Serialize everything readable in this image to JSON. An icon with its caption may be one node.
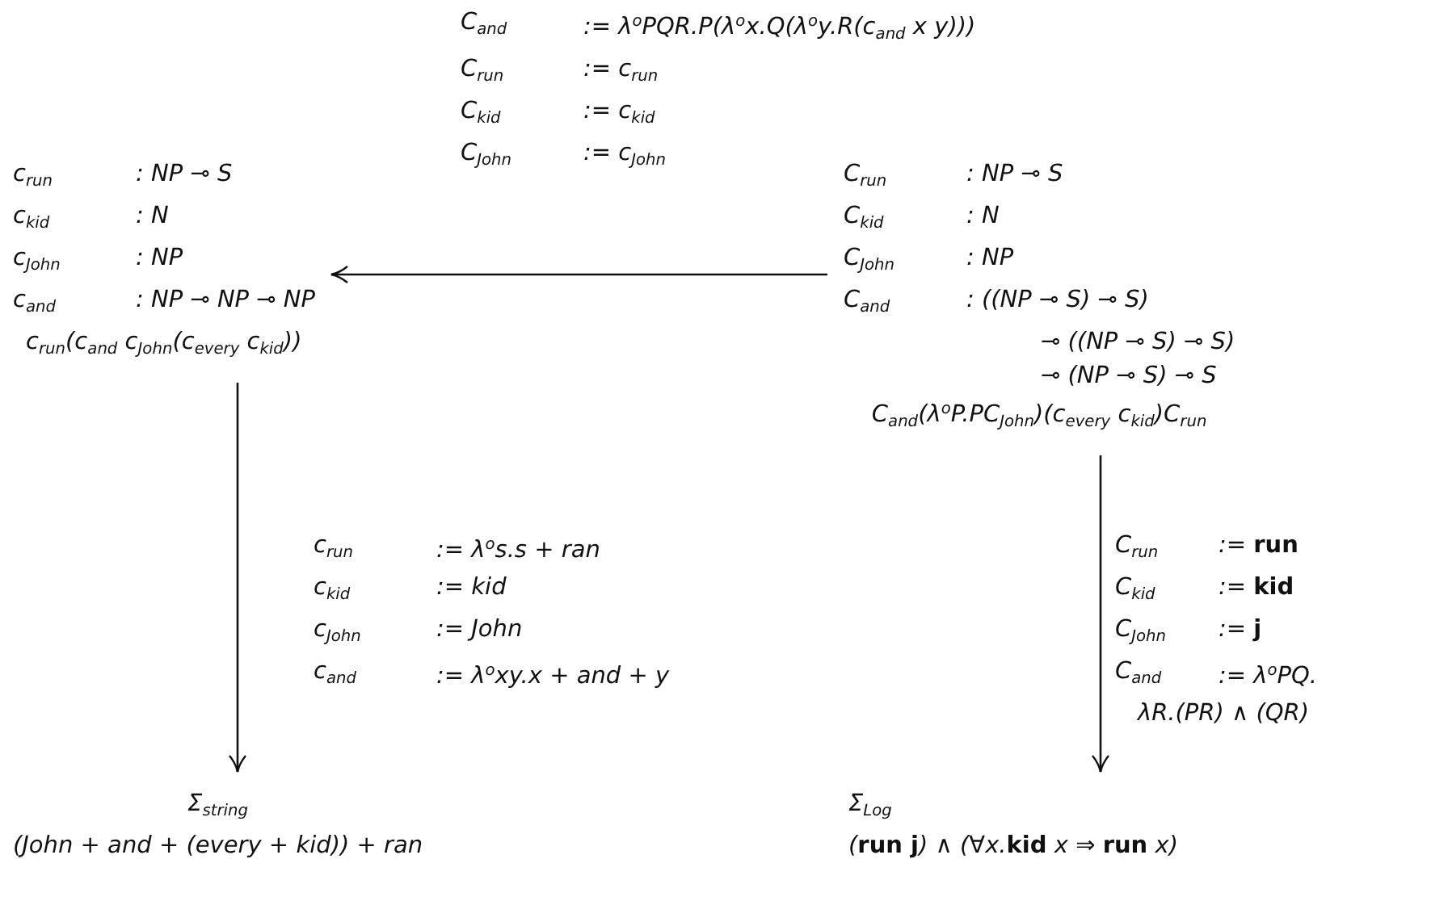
{
  "diagram": {
    "nodes": [
      {
        "text": [
          "c$_{run}$",
          ": NP ⊸ S",
          "c$_{kid}$",
          ": N",
          "c$_{John}$",
          ": NP",
          "c$_{and}$",
          ": NP ⊸ NP ⊸ NP",
          "c$_{run}$(c$_{and}$ c$_{John}$(c$_{every}$ c$_{kid}$))"
        ]
      },
      {
        "text": [
          "C$_{run}$",
          ": NP ⊸ S",
          "C$_{kid}$",
          ": N",
          "C$_{John}$",
          ": NP",
          "C$_{and}$",
          ": ((NP ⊸ S) ⊸ S)",
          "⊸ ((NP ⊸ S) ⊸ S)",
          "⊸ (NP ⊸ S) ⊸ S",
          "C$_{and}$(λ$^{o}$P.PC$_{John}$)(c$_{every}$ c$_{kid}$)C$_{run}$"
        ]
      },
      {
        "text": [
          "Σ$_{string}$",
          "(John + and + (every + kid)) + ran"
        ]
      },
      {
        "text": [
          "Σ$_{Log}$",
          "(**run j**) ∧ (∀x.**kid** x ⇒ **run** x)"
        ]
      }
    ],
    "edges": [
      {
        "from": 1,
        "to": 0,
        "arrow": "to"
      },
      {
        "from": 0,
        "to": 2,
        "arrow": "to"
      },
      {
        "from": 1,
        "to": 3,
        "arrow": "to"
      }
    ],
    "labels": [
      "C$_{and}$",
      ":= λ$^{o}$PQR.P(λ$^{o}$x.Q(λ$^{o}$y.R(c$_{and}$ x y)))",
      "C$_{run}$",
      ":= c$_{run}$",
      "C$_{kid}$",
      ":= c$_{kid}$",
      "C$_{John}$",
      ":= c$_{John}$",
      "c$_{run}$",
      ":= λ$^{o}$s.s + ran",
      "c$_{kid}$",
      ":= kid",
      "c$_{John}$",
      ":= John",
      "c$_{and}$",
      ":= λ$^{o}$xy.x + and + y",
      "C$_{run}$",
      ":= **run**",
      "C$_{kid}$",
      ":= **kid**",
      "C$_{John}$",
      ":= **j**",
      "C$_{and}$",
      ":= λ$^{o}$PQ.",
      "λR.(PR) ∧ (QR)"
    ]
  }
}
